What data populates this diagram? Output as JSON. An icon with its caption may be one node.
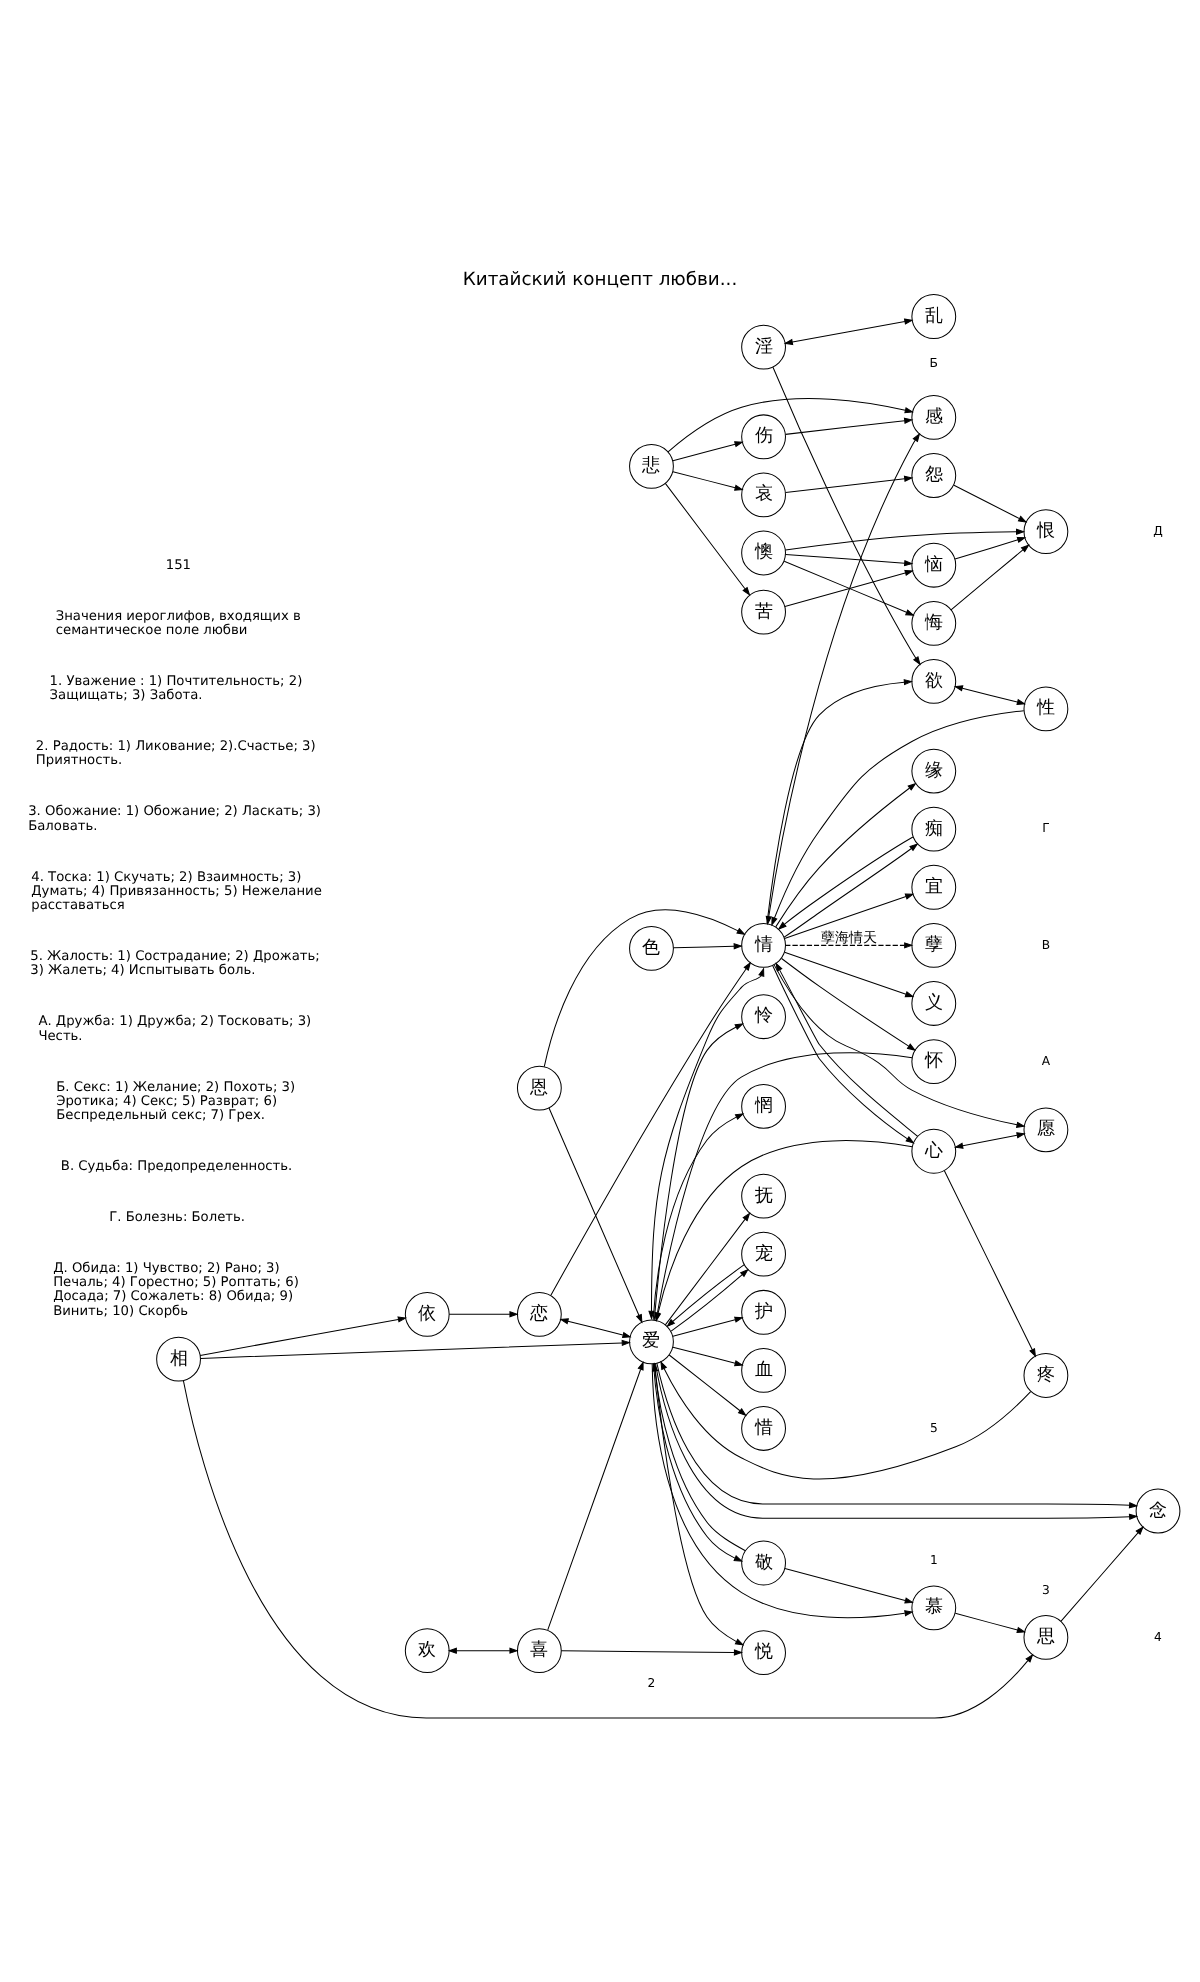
{
  "diagram": {
    "title": "Китайский концепт любви...",
    "nodes": [
      {
        "text": [
          "爱"
        ]
      },
      {
        "text": [
          "情"
        ]
      },
      {
        "text": [
          "心"
        ]
      },
      {
        "text": [
          "恩"
        ]
      },
      {
        "text": [
          "宜"
        ]
      },
      {
        "text": [
          "怀"
        ]
      },
      {
        "text": [
          "义"
        ]
      },
      {
        "text": [
          "愿"
        ]
      },
      {
        "text": [
          "欲"
        ]
      },
      {
        "text": [
          "淫"
        ]
      },
      {
        "text": [
          "乱"
        ]
      },
      {
        "text": [
          "性"
        ]
      },
      {
        "text": [
          "色"
        ]
      },
      {
        "text": [
          "孽"
        ]
      },
      {
        "text": [
          "缘"
        ]
      },
      {
        "text": [
          "痴"
        ]
      },
      {
        "text": [
          "恋"
        ]
      },
      {
        "text": [
          "依"
        ]
      },
      {
        "text": [
          "疼"
        ]
      },
      {
        "text": [
          "怜"
        ]
      },
      {
        "text": [
          "惜"
        ]
      },
      {
        "text": [
          "惘"
        ]
      },
      {
        "text": [
          "念"
        ]
      },
      {
        "text": [
          "相"
        ]
      },
      {
        "text": [
          "思"
        ]
      },
      {
        "text": [
          "慕"
        ]
      },
      {
        "text": [
          "抚"
        ]
      },
      {
        "text": [
          "宠"
        ]
      },
      {
        "text": [
          "悦"
        ]
      },
      {
        "text": [
          "喜"
        ]
      },
      {
        "text": [
          "欢"
        ]
      },
      {
        "text": [
          "护"
        ]
      },
      {
        "text": [
          "敬"
        ]
      },
      {
        "text": [
          "血"
        ]
      },
      {
        "text": [
          "感"
        ]
      },
      {
        "text": [
          "伤"
        ]
      },
      {
        "text": [
          "悲"
        ]
      },
      {
        "text": [
          "苦"
        ]
      },
      {
        "text": [
          "哀"
        ]
      },
      {
        "text": [
          "怨"
        ]
      },
      {
        "text": [
          "恼"
        ]
      },
      {
        "text": [
          "懊"
        ]
      },
      {
        "text": [
          "悔"
        ]
      },
      {
        "text": [
          "恨"
        ]
      }
    ],
    "edges": [
      {
        "from": 9,
        "to": 10,
        "arrow": "both"
      },
      {
        "from": 9,
        "to": 8,
        "arrow": "to"
      },
      {
        "from": 8,
        "to": 11,
        "arrow": "both"
      },
      {
        "from": 2,
        "to": 7,
        "arrow": "both"
      },
      {
        "from": 1,
        "to": 7,
        "arrow": "to"
      },
      {
        "from": 1,
        "to": 8,
        "arrow": "to"
      },
      {
        "from": 11,
        "to": 1,
        "arrow": "to"
      },
      {
        "from": 12,
        "to": 1,
        "arrow": "to"
      },
      {
        "from": 1,
        "to": 13,
        "arrow": "to",
        "label": "孽海情天",
        "style": "dashed"
      },
      {
        "from": 1,
        "to": 14,
        "arrow": "to"
      },
      {
        "from": 15,
        "to": 1,
        "arrow": "to"
      },
      {
        "from": 1,
        "to": 15,
        "arrow": "to"
      },
      {
        "from": 1,
        "to": 6,
        "arrow": "to"
      },
      {
        "from": 1,
        "to": 5,
        "arrow": "to"
      },
      {
        "from": 1,
        "to": 4,
        "arrow": "to"
      },
      {
        "from": 1,
        "to": 2,
        "arrow": "to"
      },
      {
        "from": 2,
        "to": 1,
        "arrow": "to"
      },
      {
        "from": 3,
        "to": 1,
        "arrow": "to"
      },
      {
        "from": 3,
        "to": 0,
        "arrow": "to"
      },
      {
        "from": 0,
        "to": 1,
        "arrow": "both"
      },
      {
        "from": 16,
        "to": 1,
        "arrow": "to"
      },
      {
        "from": 16,
        "to": 0,
        "arrow": "both"
      },
      {
        "from": 17,
        "to": 16,
        "arrow": "to"
      },
      {
        "from": 1,
        "to": 34,
        "arrow": "both"
      },
      {
        "from": 2,
        "to": 0,
        "arrow": "to"
      },
      {
        "from": 2,
        "to": 18,
        "arrow": "to"
      },
      {
        "from": 18,
        "to": 0,
        "arrow": "to"
      },
      {
        "from": 5,
        "to": 0,
        "arrow": "to"
      },
      {
        "from": 0,
        "to": 33,
        "arrow": "to"
      },
      {
        "from": 0,
        "to": 32,
        "arrow": "to"
      },
      {
        "from": 32,
        "to": 0,
        "arrow": "to"
      },
      {
        "from": 0,
        "to": 31,
        "arrow": "to"
      },
      {
        "from": 32,
        "to": 25,
        "arrow": "to"
      },
      {
        "from": 29,
        "to": 0,
        "arrow": "to"
      },
      {
        "from": 29,
        "to": 28,
        "arrow": "to"
      },
      {
        "from": 30,
        "to": 29,
        "arrow": "both"
      },
      {
        "from": 0,
        "to": 28,
        "arrow": "to"
      },
      {
        "from": 0,
        "to": 26,
        "arrow": "to"
      },
      {
        "from": 0,
        "to": 27,
        "arrow": "to"
      },
      {
        "from": 27,
        "to": 0,
        "arrow": "to"
      },
      {
        "from": 0,
        "to": 25,
        "arrow": "to"
      },
      {
        "from": 0,
        "to": 22,
        "arrow": "to"
      },
      {
        "from": 0,
        "to": 22,
        "arrow": "to"
      },
      {
        "from": 23,
        "to": 0,
        "arrow": "to"
      },
      {
        "from": 23,
        "to": 17,
        "arrow": "to"
      },
      {
        "from": 23,
        "to": 24,
        "arrow": "to"
      },
      {
        "from": 25,
        "to": 24,
        "arrow": "to"
      },
      {
        "from": 24,
        "to": 22,
        "arrow": "to"
      },
      {
        "from": 0,
        "to": 19,
        "arrow": "to"
      },
      {
        "from": 0,
        "to": 20,
        "arrow": "to"
      },
      {
        "from": 0,
        "to": 21,
        "arrow": "to"
      },
      {
        "from": 36,
        "to": 34,
        "arrow": "to"
      },
      {
        "from": 36,
        "to": 35,
        "arrow": "to"
      },
      {
        "from": 35,
        "to": 34,
        "arrow": "to"
      },
      {
        "from": 36,
        "to": 37,
        "arrow": "to"
      },
      {
        "from": 36,
        "to": 38,
        "arrow": "to"
      },
      {
        "from": 38,
        "to": 39,
        "arrow": "to"
      },
      {
        "from": 37,
        "to": 40,
        "arrow": "to"
      },
      {
        "from": 39,
        "to": 43,
        "arrow": "to"
      },
      {
        "from": 40,
        "to": 43,
        "arrow": "to"
      },
      {
        "from": 41,
        "to": 40,
        "arrow": "to"
      },
      {
        "from": 41,
        "to": 42,
        "arrow": "to"
      },
      {
        "from": 41,
        "to": 43,
        "arrow": "to"
      },
      {
        "from": 42,
        "to": 43,
        "arrow": "to"
      }
    ],
    "labels": [
      "151",
      "А",
      "Б",
      "В",
      "Г",
      "Д",
      "1",
      "2",
      "3",
      "4",
      "5",
      "Значения иероглифов, входящих в семантическое поле любви",
      "1. Уважение : 1) Почтительность; 2) Защищать; 3) Забота.",
      "2. Радость: 1) Ликование; 2).Счастье; 3) Приятность.",
      "3. Обожание: 1) Обожание; 2) Ласкать; 3) Баловать.",
      "4. Тоска: 1) Скучать; 2) Взаимность; 3) Думать; 4) Привязанность; 5) Нежелание расставаться",
      "5. Жалость: 1) Сострадание; 2) Дрожать; 3) Жалеть; 4) Испытывать боль.",
      "А. Дружба: 1) Дружба; 2) Тосковать; 3) Честь.",
      "Б. Секс: 1) Желание; 2) Похоть; 3) Эротика; 4) Секс; 5) Разврат; 6) Беспредельный секс; 7) Грех.",
      "В. Судьба: Предопределенность.",
      "Г. Болезнь: Болеть.",
      "Д. Обида: 1) Чувство; 2) Рано; 3) Печаль; 4) Горестно; 5) Роптать; 6) Досада; 7) Сожалеть: 8) Обида; 9) Винить; 10) Скорбь"
    ]
  }
}
